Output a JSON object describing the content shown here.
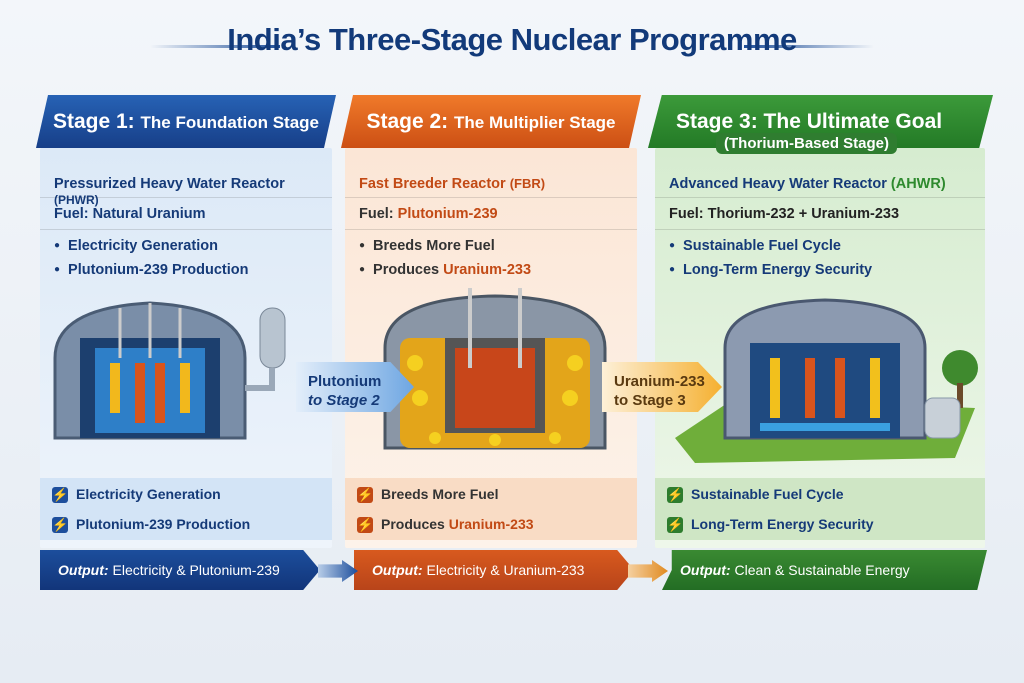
{
  "title": "India’s Three-Stage Nuclear Programme",
  "stages": [
    {
      "stage": "Stage 1:",
      "name": "The Foundation Stage",
      "reactor": "Pressurized Heavy Water Reactor",
      "abbr": "(PHWR)",
      "fuel_label": "Fuel:",
      "fuel": "Natural Uranium",
      "bullets": [
        "Electricity Generation",
        "Plutonium-239 Production"
      ],
      "benefits": [
        "Electricity Generation",
        "Plutonium-239 Production"
      ],
      "output_label": "Output:",
      "output": "Electricity & Plutonium-239",
      "color": "#1c4e9c"
    },
    {
      "stage": "Stage 2:",
      "name": "The Multiplier Stage",
      "reactor": "Fast Breeder Reactor",
      "abbr": "(FBR)",
      "fuel_label": "Fuel:",
      "fuel": "Plutonium-239",
      "bullets": [
        "Breeds More Fuel",
        "Produces"
      ],
      "bullet_highlight": "Uranium-233",
      "benefits": [
        "Breeds More Fuel",
        "Produces"
      ],
      "benefit_highlight": "Uranium-233",
      "output_label": "Output:",
      "output": "Electricity & Uranium-233",
      "color": "#d2561c"
    },
    {
      "stage": "Stage 3:",
      "name": "The Ultimate Goal",
      "subtitle": "(Thorium-Based Stage)",
      "reactor": "Advanced Heavy Water Reactor",
      "abbr": "(AHWR)",
      "fuel_label": "Fuel:",
      "fuel": "Thorium-232 + Uranium-233",
      "bullets": [
        "Sustainable Fuel Cycle",
        "Long-Term Energy Security"
      ],
      "benefits": [
        "Sustainable Fuel Cycle",
        "Long-Term Energy Security"
      ],
      "output_label": "Output:",
      "output": "Clean & Sustainable Energy",
      "color": "#2e7d2e"
    }
  ],
  "flows": [
    {
      "line1": "Plutonium",
      "line2": "to Stage 2"
    },
    {
      "line1": "Uranium-233",
      "line2": "to Stage 3"
    }
  ],
  "icons": {
    "benefit": "lightning-bolt-icon"
  }
}
